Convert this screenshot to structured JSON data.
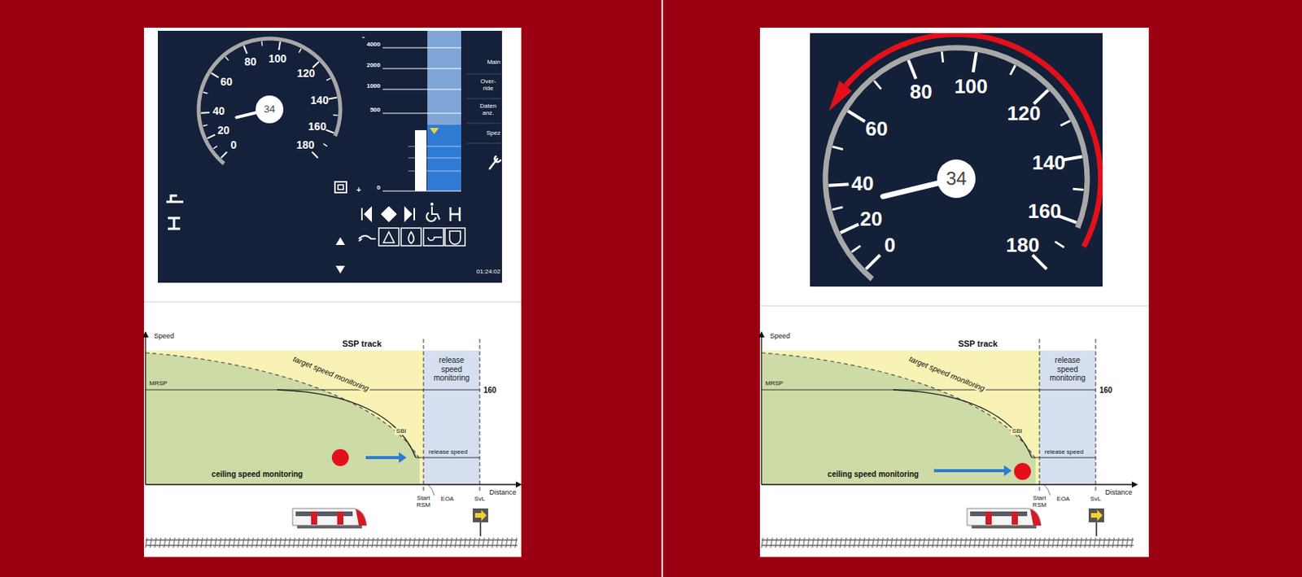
{
  "diagram": {
    "nodes": [
      {
        "text": [
          "34"
        ]
      },
      {
        "text": [
          "release speed monitoring"
        ]
      },
      {
        "text": [
          "34"
        ]
      },
      {
        "text": [
          "release speed monitoring"
        ]
      }
    ],
    "labels": [
      "0",
      "20",
      "40",
      "60",
      "80",
      "100",
      "120",
      "140",
      "160",
      "180",
      "4000",
      "2000",
      "1000",
      "500",
      "0",
      "-",
      "+",
      "Main",
      "Over-ride",
      "Daten anz.",
      "Spez",
      "01:24:02",
      "Speed",
      "SSP track",
      "target speed monitoring",
      "160",
      "MRSP",
      "SBI",
      "release speed",
      "ceiling speed monitoring",
      "Distance",
      "Start RSM",
      "EOA",
      "SvL",
      "0",
      "20",
      "40",
      "60",
      "80",
      "100",
      "120",
      "140",
      "160",
      "180",
      "Speed",
      "SSP track",
      "target speed monitoring",
      "160",
      "MRSP",
      "SBI",
      "release speed",
      "ceiling speed monitoring",
      "Distance",
      "Start RSM",
      "EOA",
      "SvL"
    ]
  }
}
